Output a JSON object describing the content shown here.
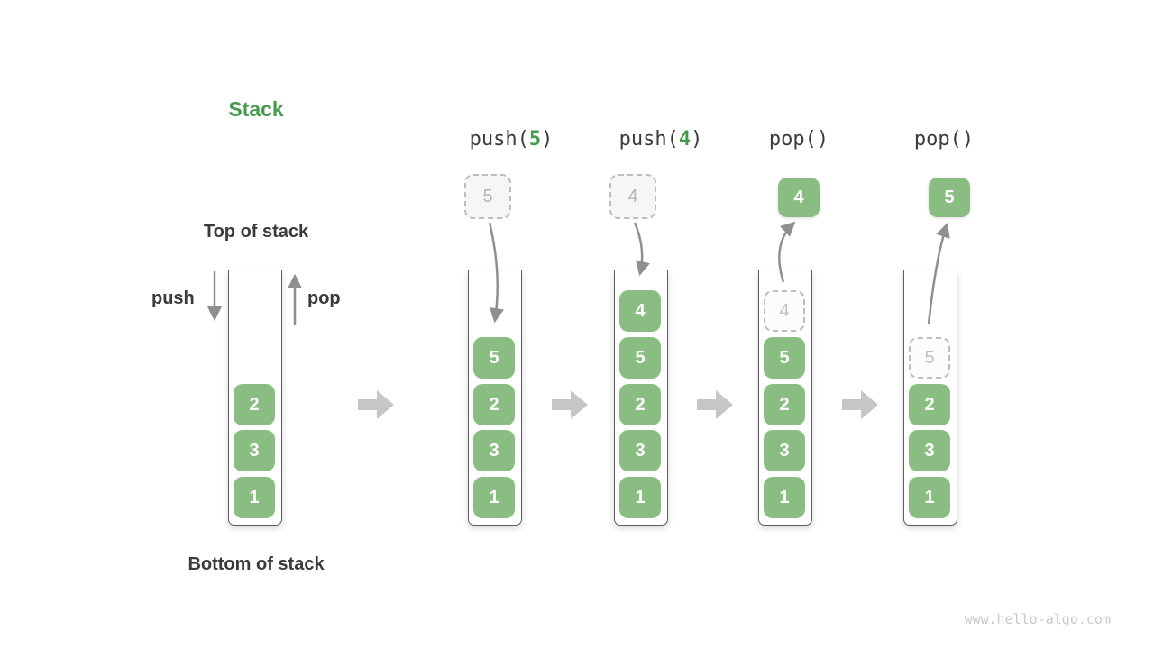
{
  "title": "Stack",
  "annotations": {
    "top_label": "Top of stack",
    "bottom_label": "Bottom of stack",
    "push_label": "push",
    "pop_label": "pop"
  },
  "operations": [
    {
      "pre": "push(",
      "arg": "5",
      "post": ")"
    },
    {
      "pre": "push(",
      "arg": "4",
      "post": ")"
    },
    {
      "pre": "pop()",
      "arg": "",
      "post": ""
    },
    {
      "pre": "pop()",
      "arg": "",
      "post": ""
    }
  ],
  "stacks": [
    {
      "cells": [
        "2",
        "3",
        "1"
      ]
    },
    {
      "incoming": "5",
      "cells": [
        "5",
        "2",
        "3",
        "1"
      ]
    },
    {
      "incoming": "4",
      "cells": [
        "4",
        "5",
        "2",
        "3",
        "1"
      ]
    },
    {
      "popped": "4",
      "ghost": "4",
      "cells": [
        "5",
        "2",
        "3",
        "1"
      ]
    },
    {
      "popped": "5",
      "ghost": "5",
      "cells": [
        "2",
        "3",
        "1"
      ]
    }
  ],
  "watermark": "www.hello-algo.com",
  "colors": {
    "accent_green": "#459b4b",
    "box_green": "#8abd82",
    "arrow_gray": "#8f8f8f",
    "block_arrow_gray": "#c6c6c6",
    "text_dark": "#3a3a3a",
    "ghost_gray": "#bdbdbd"
  }
}
